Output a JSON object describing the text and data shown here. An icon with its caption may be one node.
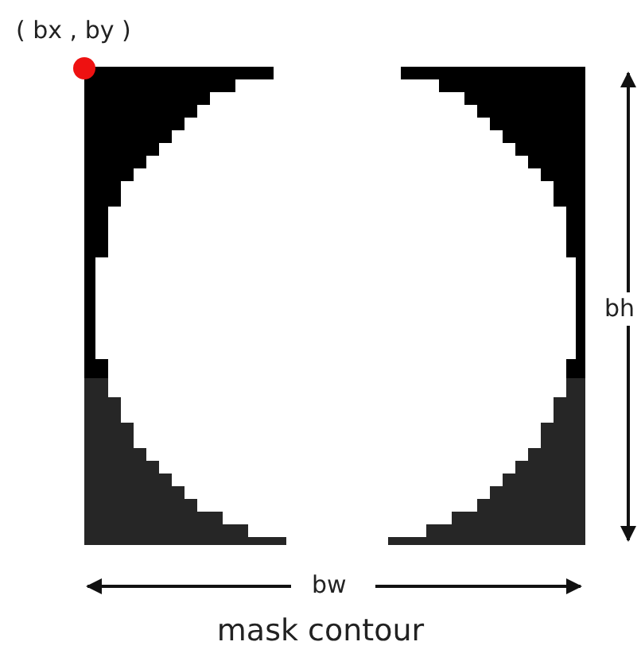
{
  "diagram": {
    "caption": "mask contour",
    "labels": [
      "( bx , by )",
      "bh",
      "bw"
    ]
  }
}
